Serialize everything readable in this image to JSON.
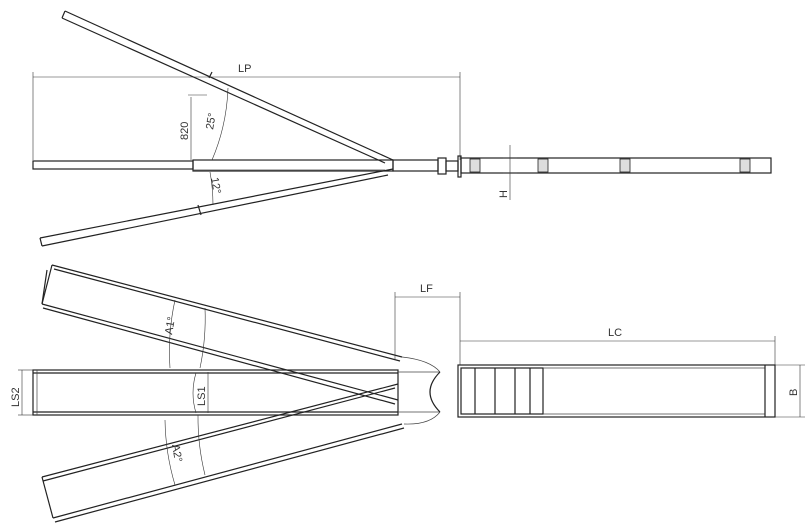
{
  "labels": {
    "lp": "LP",
    "height_820": "820",
    "angle_25": "25°",
    "angle_12": "12°",
    "h": "H",
    "lf": "LF",
    "lc": "LC",
    "a1": "A1°",
    "a2": "A2°",
    "ls1": "LS1",
    "ls2": "LS2",
    "b": "B"
  }
}
